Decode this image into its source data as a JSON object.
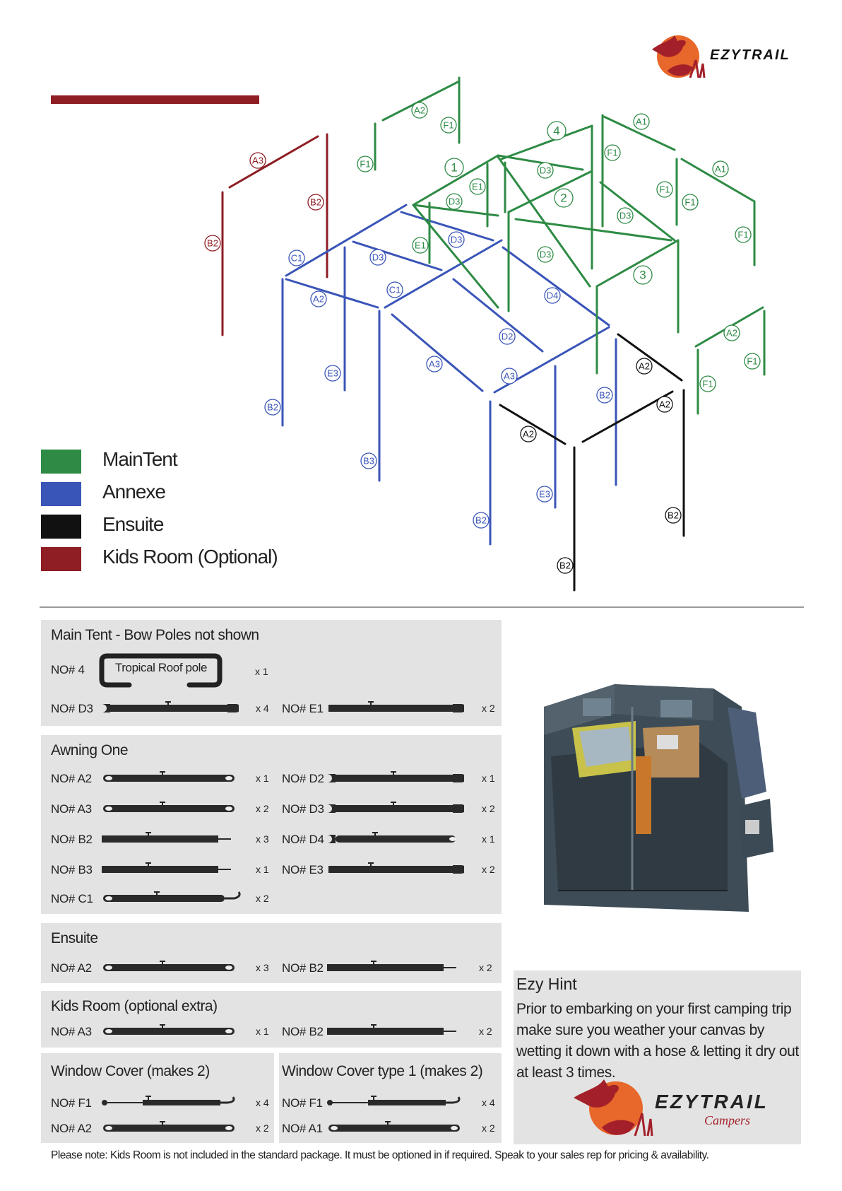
{
  "brand": {
    "logo_text": "EZYTRAIL",
    "hint_logo_text": "EZYTRAIL",
    "hint_logo_sub": "Campers",
    "color_red": "#8e1d24",
    "color_orange": "#e8672a"
  },
  "legend": [
    {
      "label": "MainTent",
      "color": "#2e8b45"
    },
    {
      "label": "Annexe",
      "color": "#3a55b8"
    },
    {
      "label": "Ensuite",
      "color": "#111111"
    },
    {
      "label": "Kids Room (Optional)",
      "color": "#8e1d24"
    }
  ],
  "diagram_labels": {
    "main": [
      "A2",
      "F1",
      "F1",
      "1",
      "E1",
      "D3",
      "4",
      "D3",
      "F1",
      "A1",
      "2",
      "D3",
      "A1",
      "F1",
      "F1",
      "F1",
      "D3",
      "3",
      "E1",
      "A2",
      "F1",
      "F1"
    ],
    "annexe": [
      "C1",
      "D3",
      "D3",
      "C1",
      "A2",
      "D4",
      "D2",
      "E3",
      "A3",
      "A3",
      "B2",
      "B2",
      "B3",
      "E3",
      "B2"
    ],
    "ensuite": [
      "A2",
      "A2",
      "A2",
      "B2",
      "B2"
    ],
    "kids": [
      "A3",
      "B2",
      "B2"
    ]
  },
  "sections": {
    "main_tent": {
      "title": "Main Tent - Bow Poles not shown",
      "roof_pole_label": "Tropical Roof pole",
      "items": [
        {
          "code": "NO# 4",
          "qty": "x 1"
        },
        {
          "code": "NO# D3",
          "qty": "x 4"
        },
        {
          "code": "NO# E1",
          "qty": "x 2"
        }
      ]
    },
    "awning_one": {
      "title": "Awning One",
      "items": [
        {
          "code": "NO# A2",
          "qty": "x 1"
        },
        {
          "code": "NO# D2",
          "qty": "x 1"
        },
        {
          "code": "NO# A3",
          "qty": "x 2"
        },
        {
          "code": "NO# D3",
          "qty": "x 2"
        },
        {
          "code": "NO# B2",
          "qty": "x 3"
        },
        {
          "code": "NO# D4",
          "qty": "x 1"
        },
        {
          "code": "NO# B3",
          "qty": "x 1"
        },
        {
          "code": "NO# E3",
          "qty": "x 2"
        },
        {
          "code": "NO# C1",
          "qty": "x 2"
        }
      ]
    },
    "ensuite": {
      "title": "Ensuite",
      "items": [
        {
          "code": "NO# A2",
          "qty": "x 3"
        },
        {
          "code": "NO# B2",
          "qty": "x 2"
        }
      ]
    },
    "kids_room": {
      "title": "Kids Room (optional extra)",
      "items": [
        {
          "code": "NO# A3",
          "qty": "x 1"
        },
        {
          "code": "NO# B2",
          "qty": "x 2"
        }
      ]
    },
    "window_cover": {
      "title": "Window Cover (makes 2)",
      "items": [
        {
          "code": "NO# F1",
          "qty": "x 4"
        },
        {
          "code": "NO# A2",
          "qty": "x 2"
        }
      ]
    },
    "window_cover_1": {
      "title": "Window Cover type 1 (makes 2)",
      "items": [
        {
          "code": "NO# F1",
          "qty": "x 4"
        },
        {
          "code": "NO# A1",
          "qty": "x 2"
        }
      ]
    }
  },
  "hint": {
    "title": "Ezy Hint",
    "text": "Prior to embarking on your first camping trip make sure you weather your canvas by wetting it down with a hose & letting it dry out at least 3 times."
  },
  "footer_note": "Please note: Kids Room is not included in the standard package. It must be optioned in if required. Speak to your sales rep for pricing & availability."
}
